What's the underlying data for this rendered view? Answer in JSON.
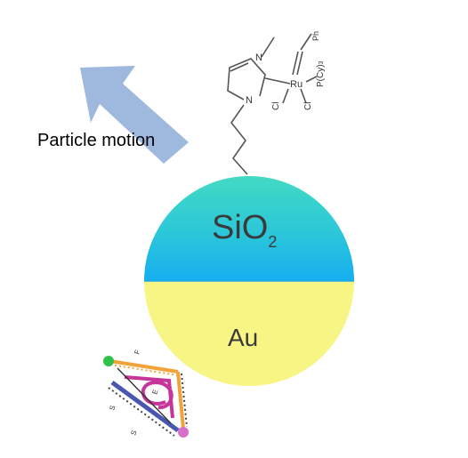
{
  "labels": {
    "motion": "Particle motion",
    "sio2_main": "SiO",
    "sio2_sub": "2",
    "gold": "Au"
  },
  "catalyst": {
    "metal": "Ru",
    "ligand_cy": "P(Cy)",
    "ligand_cy_sub": "3",
    "chloride": "Cl",
    "phenyl": "Ph",
    "nitrogen": "N"
  },
  "dna_labels": {
    "e": "E",
    "f": "F",
    "s1": "S",
    "s2": "S"
  },
  "colors": {
    "arrow": "#9fb9de",
    "sio2_top": "#3fd9c0",
    "sio2_bottom": "#1eb5ec",
    "gold": "#f7f684",
    "dna_orange": "#f2a23a",
    "dna_magenta": "#c8359a",
    "dna_blue": "#4957b0",
    "dna_green": "#2fc14a",
    "dna_pink": "#d86fc9"
  }
}
